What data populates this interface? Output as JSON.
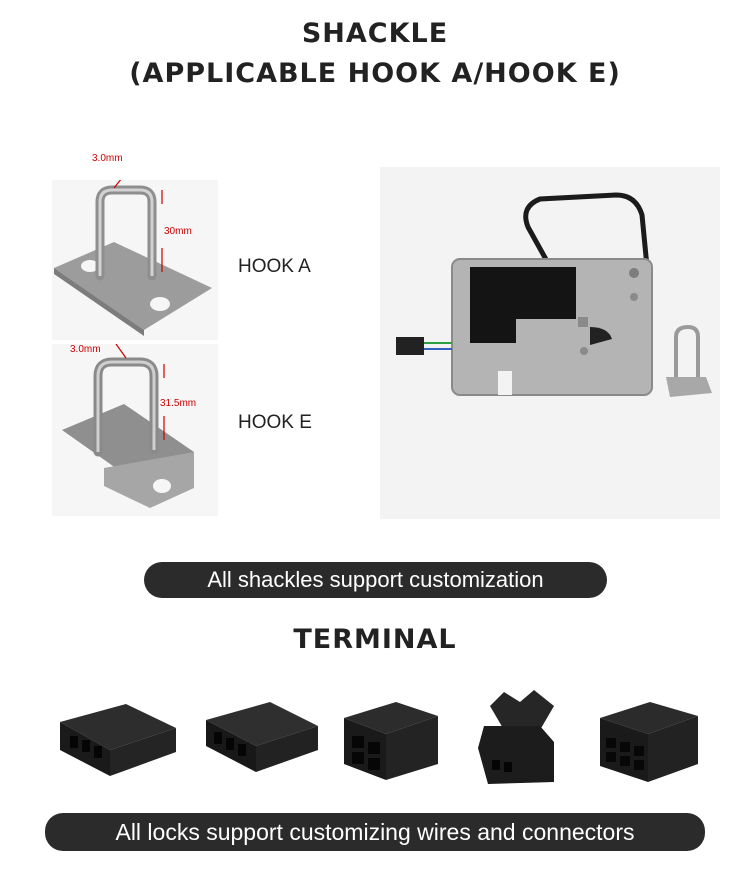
{
  "heading": {
    "line1": "SHACKLE",
    "line2": "(APPLICABLE HOOK A/HOOK E)"
  },
  "hooks": [
    {
      "label": "HOOK A",
      "thickness": "3.0mm",
      "height": "30mm"
    },
    {
      "label": "HOOK E",
      "thickness": "3.0mm",
      "height": "31.5mm"
    }
  ],
  "shackle_note": "All shackles support customization",
  "terminal_heading": "TERMINAL",
  "terminal_note": "All locks support customizing wires and connectors",
  "colors": {
    "pill_bg": "#2b2b2b",
    "dimension_red": "#cc0000",
    "metal": "#b9b9b9",
    "connector": "#1c1c1c"
  }
}
